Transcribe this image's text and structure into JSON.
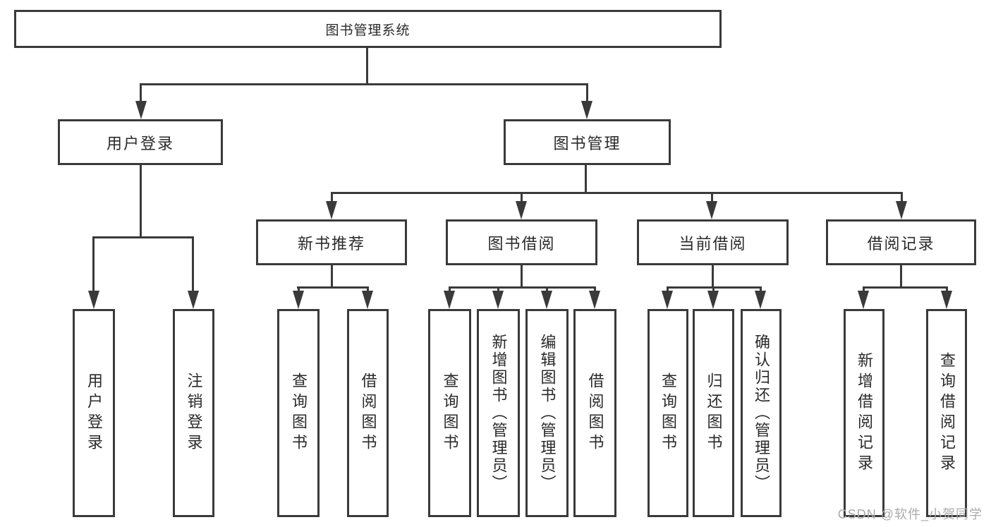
{
  "diagram": {
    "root": {
      "label": "图书管理系统"
    },
    "level1": {
      "user_login": {
        "label": "用户登录"
      },
      "book_mgmt": {
        "label": "图书管理"
      }
    },
    "level2": {
      "new_book": {
        "label": "新书推荐"
      },
      "book_borrow": {
        "label": "图书借阅"
      },
      "current_borrow": {
        "label": "当前借阅"
      },
      "borrow_record": {
        "label": "借阅记录"
      }
    },
    "leaves": {
      "user_login": {
        "label": "用户登录"
      },
      "logout": {
        "label": "注销登录"
      },
      "nb_query": {
        "label": "查询图书"
      },
      "nb_borrow": {
        "label": "借阅图书"
      },
      "bb_query": {
        "label": "查询图书"
      },
      "bb_add": {
        "label": "新增图书（管理员）"
      },
      "bb_edit": {
        "label": "编辑图书（管理员）"
      },
      "bb_borrow": {
        "label": "借阅图书"
      },
      "cb_query": {
        "label": "查询图书"
      },
      "cb_return": {
        "label": "归还图书"
      },
      "cb_confirm": {
        "label": "确认归还（管理员）"
      },
      "br_add": {
        "label": "新增借阅记录"
      },
      "br_query": {
        "label": "查询借阅记录"
      }
    }
  },
  "watermark": {
    "text": "CSDN @软件_小贺同学"
  },
  "colors": {
    "line": "#3a3a3a",
    "text": "#2a2a2a",
    "watermark": "#ababab",
    "background": "#ffffff"
  }
}
